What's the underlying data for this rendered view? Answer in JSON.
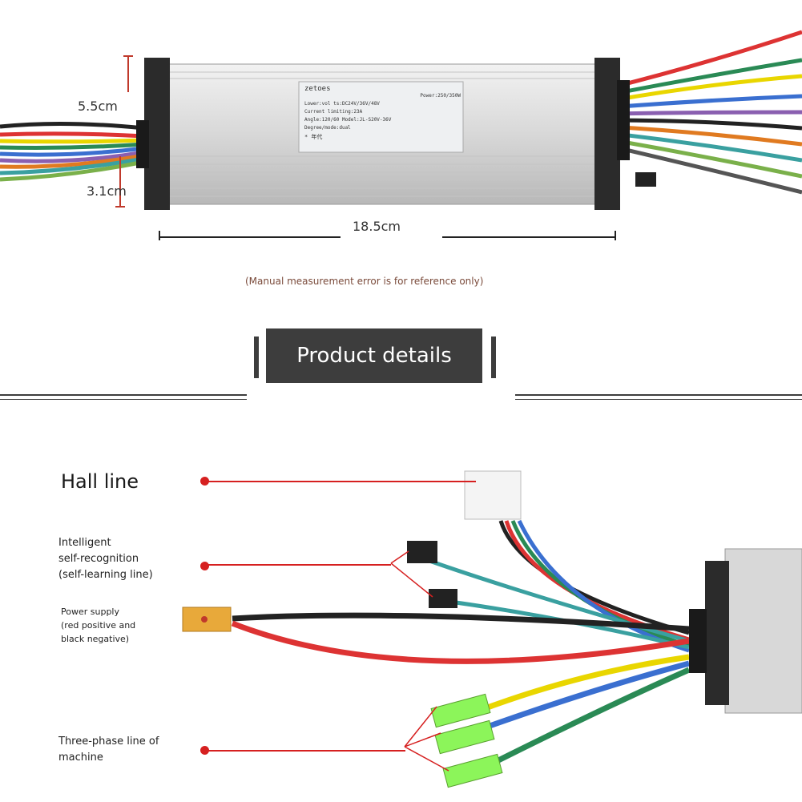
{
  "dimensions": {
    "height": "5.5cm",
    "depth": "3.1cm",
    "length": "18.5cm"
  },
  "note": "(Manual measurement error is for reference only)",
  "banner": "Product details",
  "sticker": {
    "brand": "zetoes",
    "power": "Power:250/350W",
    "voltage": "Lower:vol ts:DC24V/36V/48V",
    "current": "Current limiting:23A",
    "angle": "Angle:120/60   Model:JL-S20V-36V",
    "mode": "Degree/mode:dual",
    "lot": "* 年代"
  },
  "labels": {
    "hall": "Hall line",
    "intelligent": [
      "Intelligent",
      "self-recognition",
      "(self-learning line)"
    ],
    "power": [
      "Power supply",
      "(red positive and",
      "black negative)"
    ],
    "three_phase": [
      "Three-phase line of",
      "machine"
    ]
  },
  "colors": {
    "accent": "#d62020",
    "banner_bg": "#3d3d3d"
  }
}
